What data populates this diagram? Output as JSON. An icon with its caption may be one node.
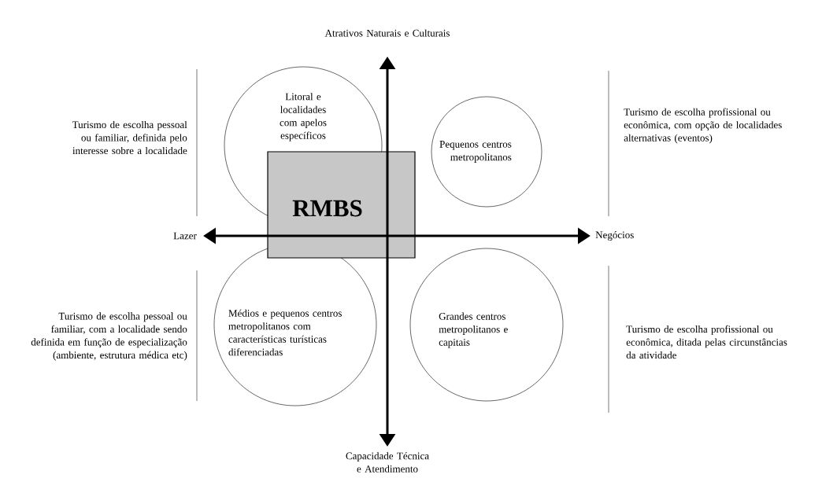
{
  "diagram": {
    "nodes": [
      {
        "text": [
          "Litoral e localidades com apelos específicos"
        ]
      },
      {
        "text": [
          "Pequenos centros metropolitanos"
        ]
      },
      {
        "text": [
          "RMBS"
        ]
      },
      {
        "text": [
          "Médios e pequenos centros metropolitanos com características turísticas diferenciadas"
        ]
      },
      {
        "text": [
          "Grandes centros metropolitanos e capitais"
        ]
      }
    ],
    "labels": [
      "Atrativos Naturais e Culturais",
      "Turismo de escolha pessoal ou familiar, definida pelo interesse sobre a localidade",
      "Turismo de escolha profissional ou econômica, com opção de localidades alternativas (eventos)",
      "Lazer",
      "Negócios",
      "Turismo de escolha pessoal ou familiar, com a localidade sendo definida em função de especialização (ambiente, estrutura médica etc)",
      "Turismo de escolha profissional ou econômica, ditada pelas circunstâncias da atividade",
      "Capacidade Técnica e Atendimento"
    ]
  }
}
